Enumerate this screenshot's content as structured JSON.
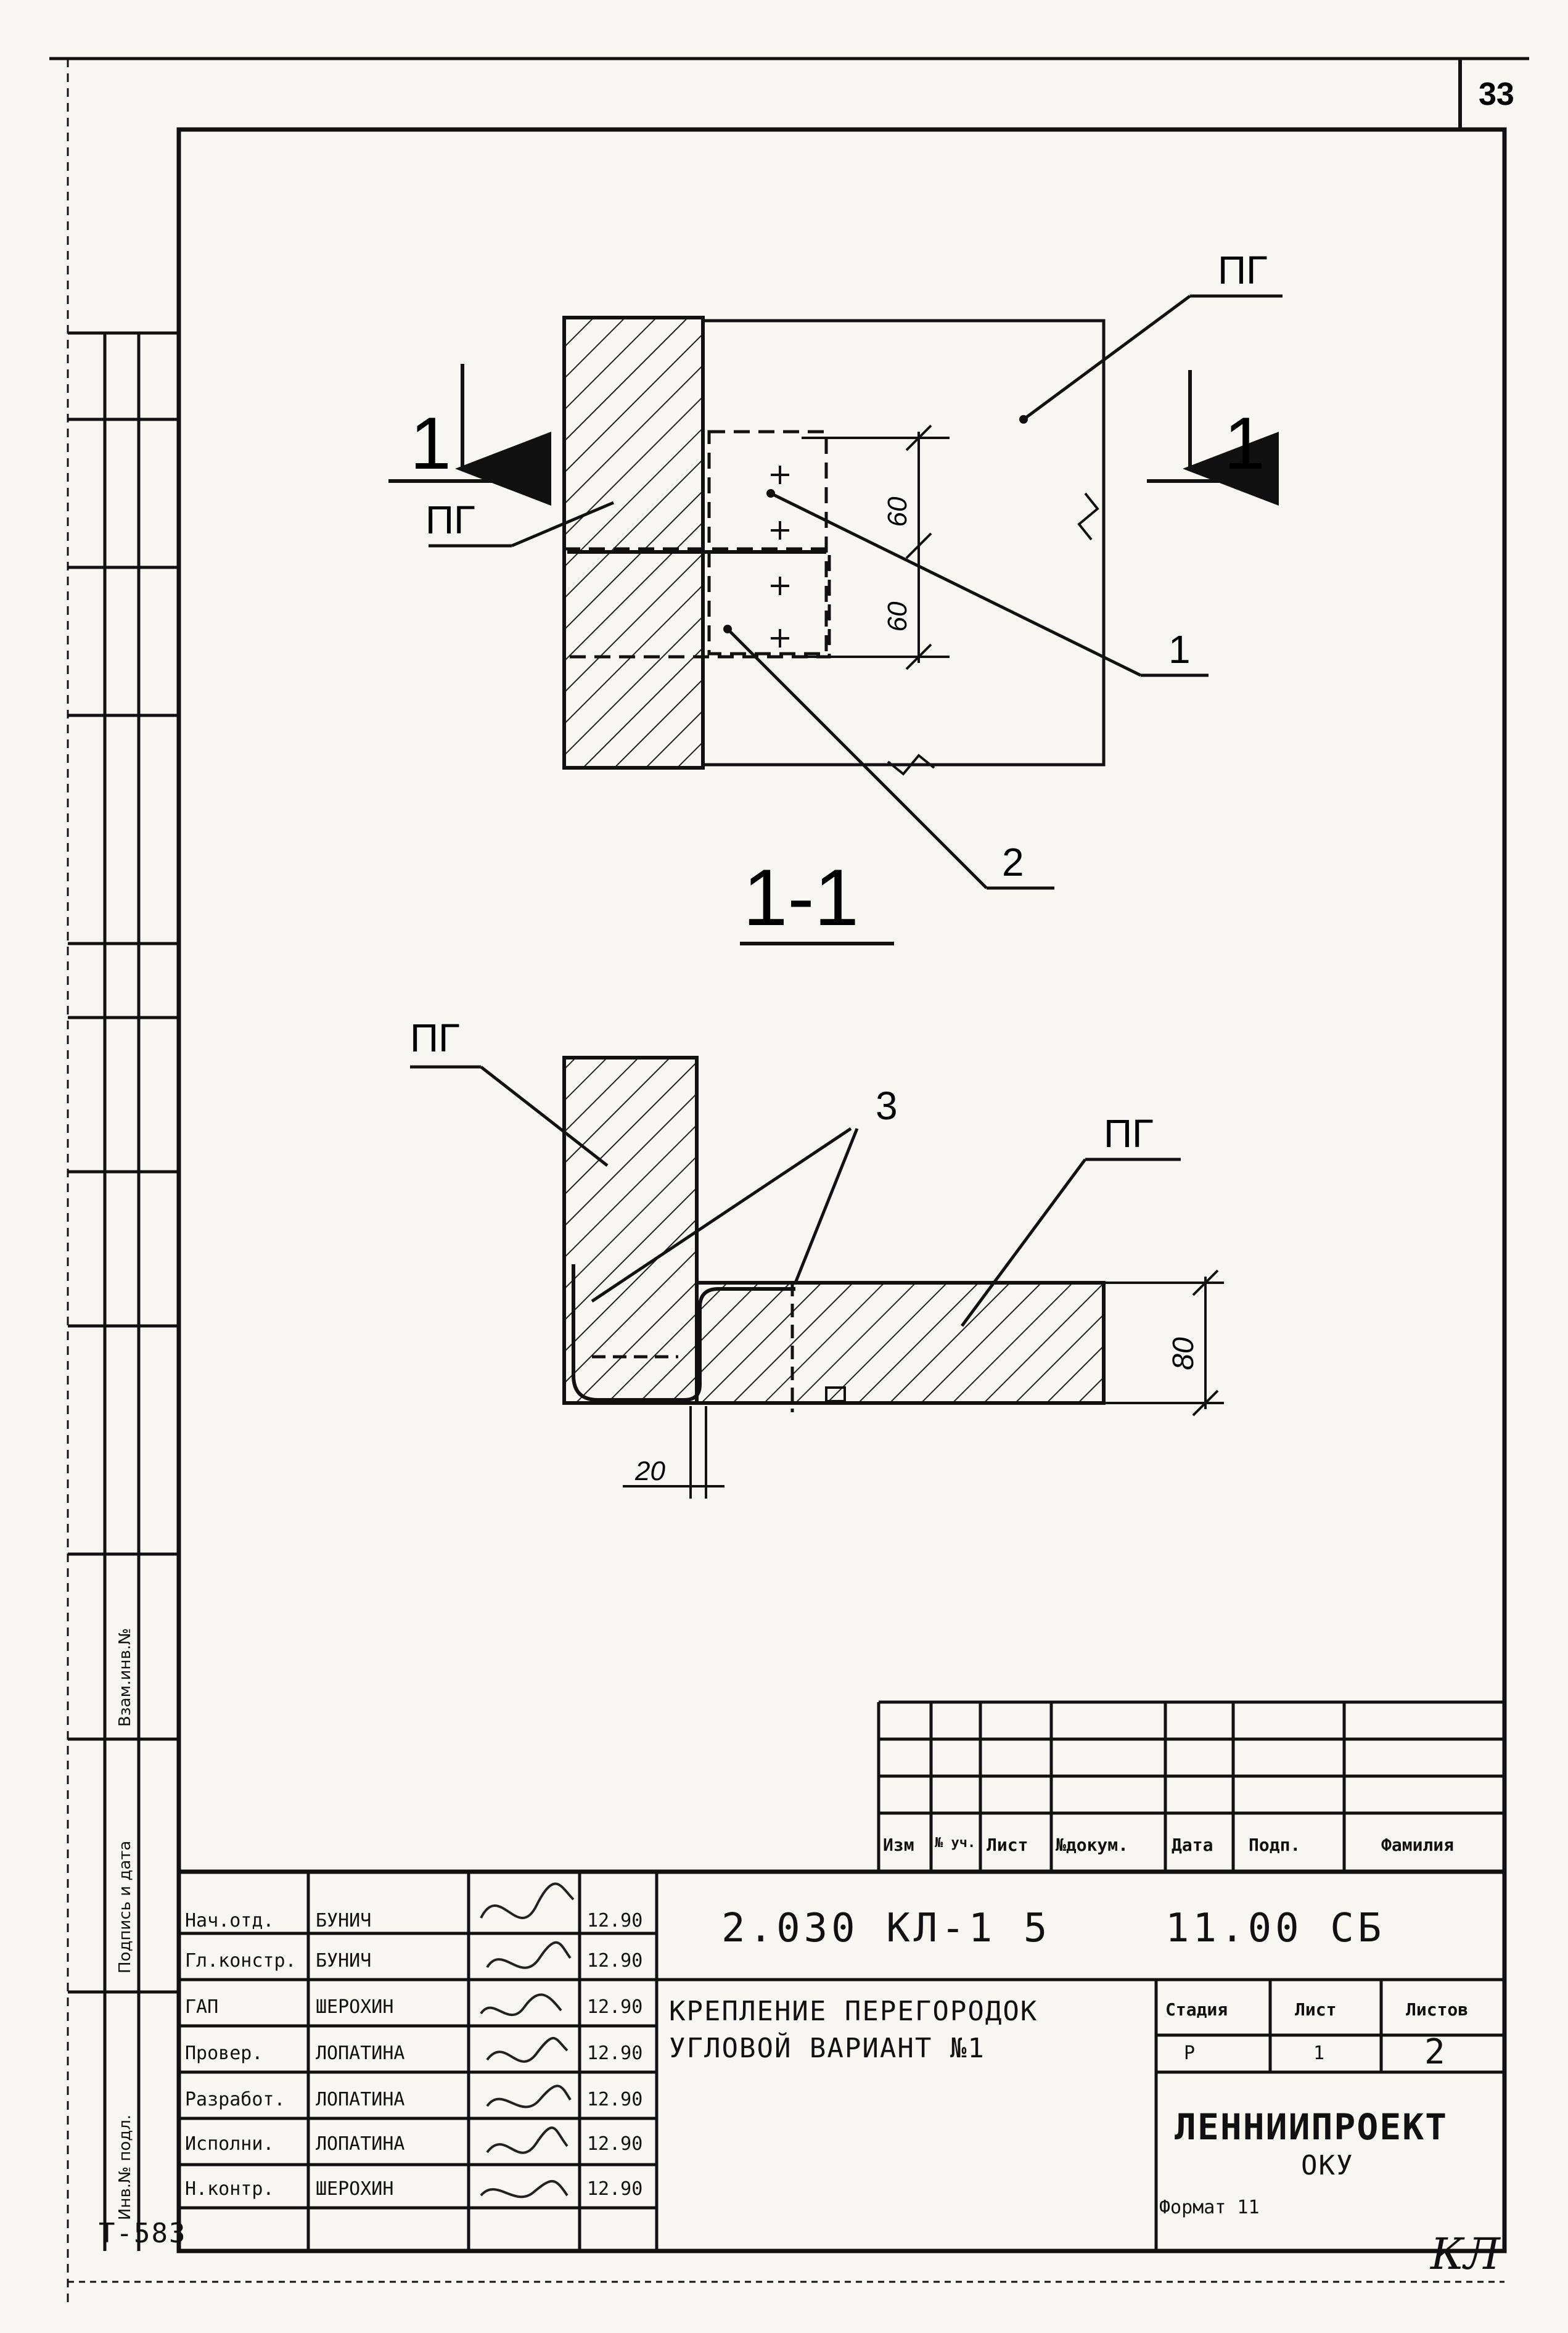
{
  "sheet_number": "33",
  "drawing_labels": {
    "pg": "ПГ",
    "section_mark": "1",
    "section_title": "1-1",
    "callout_1": "1",
    "callout_2": "2",
    "callout_3": "3",
    "dim_60": "60",
    "dim_80": "80",
    "dim_20": "20"
  },
  "side_stamp": {
    "replace_inv": "Взам.инв.№",
    "sign_date": "Подпись и дата",
    "inv_orig": "Инв.№ подл."
  },
  "change_table_headers": [
    "Изм",
    "№ уч.",
    "Лист",
    "№докум.",
    "Дата",
    "Подп.",
    "Фамилия"
  ],
  "title_block": {
    "code": "2.030 КЛ-1 5",
    "code2": "11.00 СБ",
    "title_line1": "КРЕПЛЕНИЕ ПЕРЕГОРОДОК",
    "title_line2": "УГЛОВОЙ ВАРИАНТ №1",
    "stage_label": "Стадия",
    "sheet_label": "Лист",
    "sheets_label": "Листов",
    "stage": "Р",
    "sheet": "1",
    "sheets": "2",
    "org_line1": "ЛЕННИИПРОЕКТ",
    "org_line2": "ОКУ",
    "signers": [
      {
        "role": "Нач.отд.",
        "name": "БУНИЧ",
        "date": "12.90"
      },
      {
        "role": "Гл.констр.",
        "name": "БУНИЧ",
        "date": "12.90"
      },
      {
        "role": "ГАП",
        "name": "ШЕРОХИН",
        "date": "12.90"
      },
      {
        "role": "Провер.",
        "name": "ЛОПАТИНА",
        "date": "12.90"
      },
      {
        "role": "Разработ.",
        "name": "ЛОПАТИНА",
        "date": "12.90"
      },
      {
        "role": "Исполни.",
        "name": "ЛОПАТИНА",
        "date": "12.90"
      },
      {
        "role": "Н.контр.",
        "name": "ШЕРОХИН",
        "date": "12.90"
      }
    ]
  },
  "footer": {
    "left_code": "Т-583",
    "format": "Формат 11",
    "initials": "КЛ"
  }
}
